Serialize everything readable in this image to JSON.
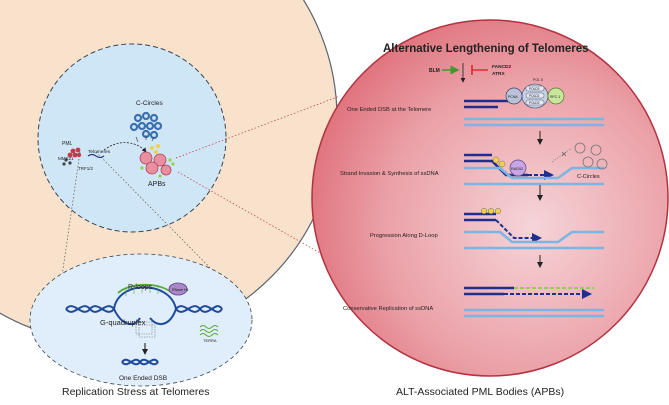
{
  "title": "Alternative Lengthening of Telomeres",
  "regulators": {
    "activator": "BLM",
    "inhibitor_1": "FANCD2",
    "inhibitor_2": "ATRX"
  },
  "complex": {
    "pcna": "PCNA",
    "pol_label": "POL δ",
    "pold1": "POLD1",
    "pold2": "POLD2",
    "pold3": "POLD3",
    "rfc": "RFC-1"
  },
  "steps": [
    {
      "label": "One Ended DSB at the Telomere"
    },
    {
      "label": "Strand Invasion & Synthesis of ssDNA"
    },
    {
      "label": "Progression Along D-Loop"
    },
    {
      "label": "Conservative Replication of ssDNA"
    }
  ],
  "rad52": "RAD52",
  "c_circles_right": "C-Circles",
  "nucleus": {
    "c_circles": "C-Circles",
    "pml": "PML",
    "mms21": "MMS21",
    "telomeres": "Telomeres",
    "trf12": "TRF1/2",
    "apbs": "APBs"
  },
  "bottom": {
    "r_loops": "R-loops",
    "g_quadruplex": "G-quadruplex",
    "one_ended_dsb": "One Ended DSB",
    "rnase": "RNase H1",
    "terra": "TERRA"
  },
  "captions": {
    "left": "Replication Stress at Telomeres",
    "right": "ALT-Associated PML Bodies (APBs)"
  },
  "colors": {
    "cell": "#f8e2cc",
    "nucleus": "#cfe6f7",
    "big_circle": "#e37b83",
    "dna_dark": "#1f2f8f",
    "dna_light": "#79b6e6",
    "new_dna": "#8fd24e",
    "activator": "#3e9a2c",
    "inhibitor": "#d12e2e"
  }
}
